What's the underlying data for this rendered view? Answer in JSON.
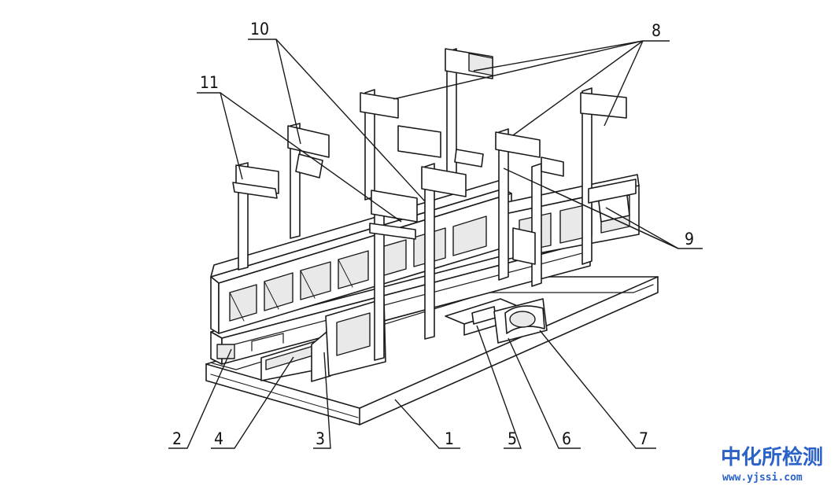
{
  "callouts": {
    "c1": "1",
    "c2": "2",
    "c3": "3",
    "c4": "4",
    "c5": "5",
    "c6": "6",
    "c7": "7",
    "c8": "8",
    "c9": "9",
    "c10": "10",
    "c11": "11"
  },
  "watermark": {
    "title": "中化所检测",
    "url": "www.yjssi.com",
    "color": "#2a62c9"
  }
}
